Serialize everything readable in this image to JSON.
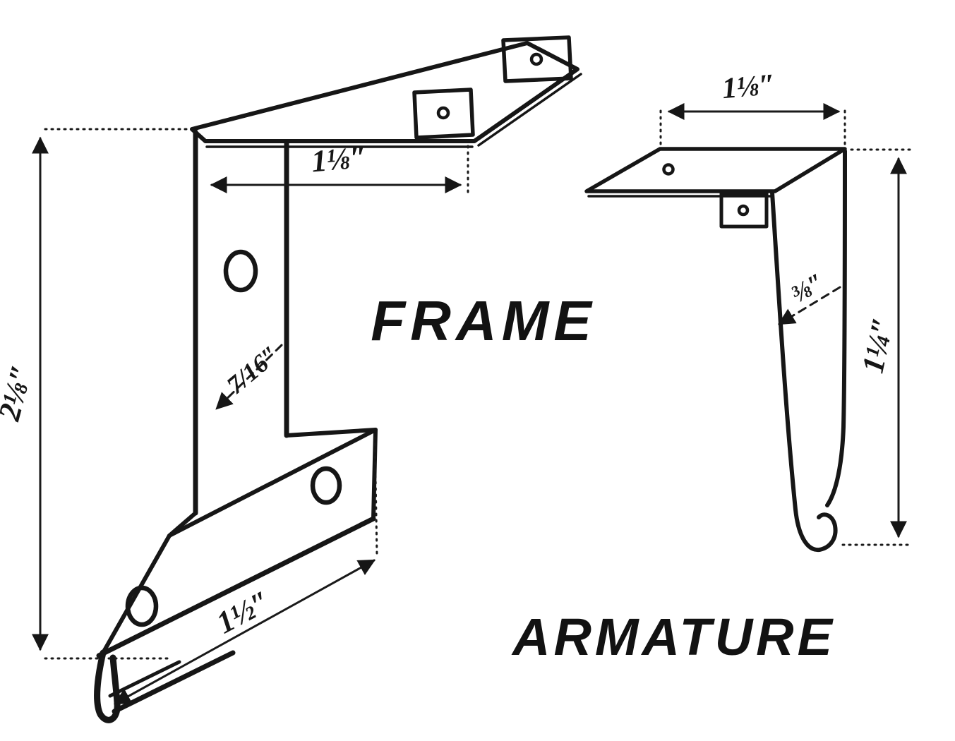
{
  "frame": {
    "label": "FRAME",
    "dims": {
      "height": "2⅛″",
      "top_width": "1⅛″",
      "thickness": "7/16″",
      "base_length": "1½″"
    }
  },
  "armature": {
    "label": "ARMATURE",
    "dims": {
      "top_width": "1⅛″",
      "height": "1¼″",
      "thickness": "⅜″"
    }
  },
  "colors": {
    "ink": "#161616",
    "paper": "#ffffff"
  }
}
